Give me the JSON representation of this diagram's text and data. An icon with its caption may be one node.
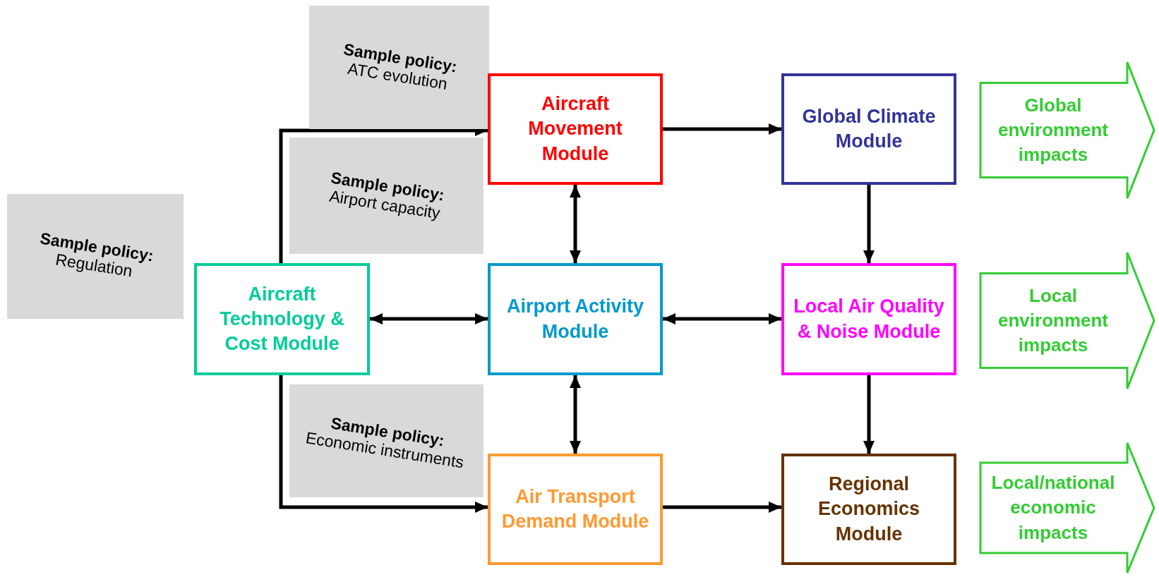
{
  "diagram": {
    "nodes": [
      {
        "text": [
          "Sample policy:",
          "ATC evolution"
        ]
      },
      {
        "text": [
          "Aircraft Movement Module"
        ]
      },
      {
        "text": [
          "Global Climate Module"
        ]
      },
      {
        "text": [
          "Global environment impacts"
        ]
      },
      {
        "text": [
          "Sample policy:",
          "Regulation"
        ]
      },
      {
        "text": [
          "Aircraft Technology & Cost Module"
        ]
      },
      {
        "text": [
          "Sample policy:",
          "Airport capacity"
        ]
      },
      {
        "text": [
          "Airport Activity Module"
        ]
      },
      {
        "text": [
          "Local Air Quality & Noise Module"
        ]
      },
      {
        "text": [
          "Local environment impacts"
        ]
      },
      {
        "text": [
          "Sample policy:",
          "Economic instruments"
        ]
      },
      {
        "text": [
          "Air Transport Demand Module"
        ]
      },
      {
        "text": [
          "Regional Economics Module"
        ]
      },
      {
        "text": [
          "Local/national economic impacts"
        ]
      }
    ],
    "edges": [
      {
        "from": 5,
        "to": 1,
        "arrow": "to"
      },
      {
        "from": 5,
        "to": 11,
        "arrow": "to"
      },
      {
        "from": 1,
        "to": 2,
        "arrow": "to"
      },
      {
        "from": 1,
        "to": 7,
        "arrow": "both"
      },
      {
        "from": 5,
        "to": 7,
        "arrow": "both"
      },
      {
        "from": 7,
        "to": 8,
        "arrow": "both"
      },
      {
        "from": 7,
        "to": 11,
        "arrow": "both"
      },
      {
        "from": 2,
        "to": 8,
        "arrow": "to"
      },
      {
        "from": 8,
        "to": 12,
        "arrow": "to"
      },
      {
        "from": 11,
        "to": 12,
        "arrow": "to"
      }
    ]
  }
}
